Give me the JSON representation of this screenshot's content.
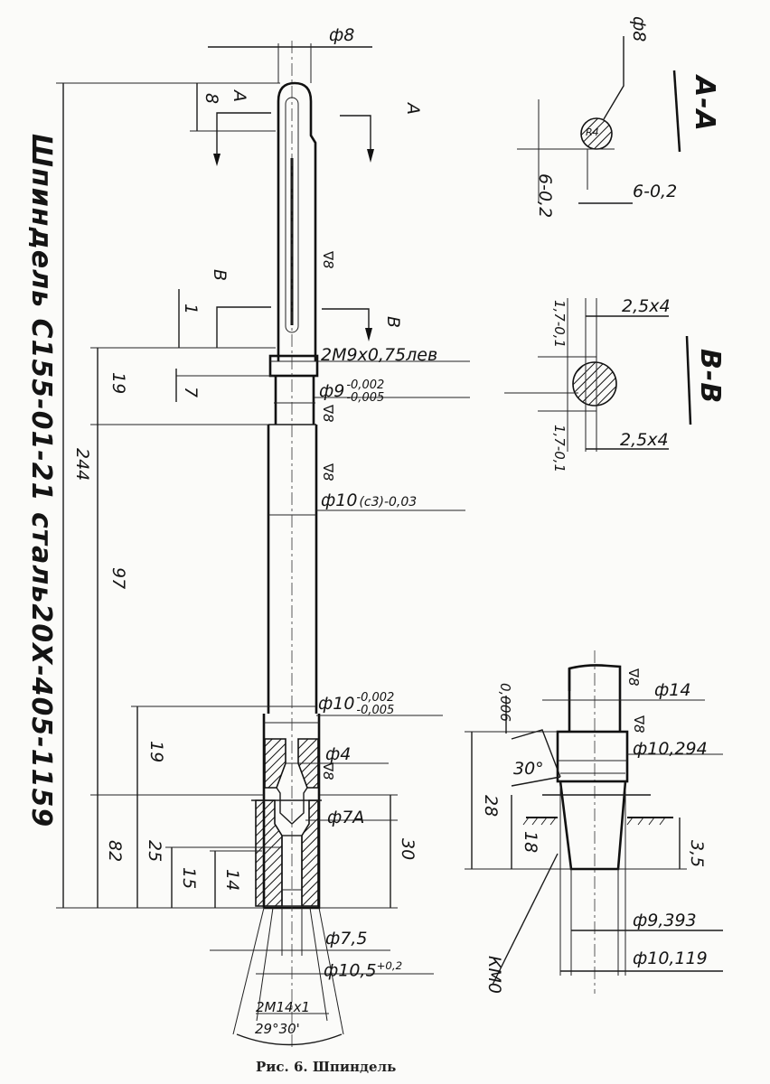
{
  "drawing": {
    "title_vertical": "Шпиндель С155-01-21 сталь20Х-405-1159",
    "caption": "Рис. 6. Шпиндель",
    "roughness_symbol": "∇8",
    "main_view": {
      "dia_top": "ф8",
      "dim_top_8": "8",
      "section_mark_a": "A",
      "section_mark_b": "B",
      "dim_1": "1",
      "dim_7": "7",
      "thread_top": "2M9x0,75лев",
      "dia_9": "ф9-0,002-0,005",
      "dia_9_base": "ф9",
      "dia_9_tol_upper": "-0,002",
      "dia_9_tol_lower": "-0,005",
      "dia_10_c3": "ф10(c3)-0,03",
      "dia_10_c3_base": "ф10",
      "dia_10_c3_tol": "(c3)-0,03",
      "dia_10": "ф10-0,002-0,005",
      "dia_10_base": "ф10",
      "dia_10_tol_upper": "-0,002",
      "dia_10_tol_lower": "-0,005",
      "dia_4": "ф4",
      "dia_7a": "ф7A",
      "dia_7_5": "ф7,5",
      "dia_10_5": "ф10,5+0,2",
      "dia_10_5_base": "ф10,5",
      "dia_10_5_tol": "+0,2",
      "thread_bottom": "2M14x1",
      "angle_bottom": "29°30'",
      "len_244": "244",
      "len_19_top": "19",
      "len_97": "97",
      "len_19_mid": "19",
      "len_82": "82",
      "len_25": "25",
      "len_15": "15",
      "len_14": "14",
      "len_30": "30"
    },
    "section_aa": {
      "title": "A-A",
      "dia": "ф8",
      "dim_h": "6-0,2",
      "dim_v": "6-0,2",
      "center_label": "R4"
    },
    "section_bb": {
      "title": "B-B",
      "dim_top": "2,5x4",
      "dim_bottom": "2,5x4",
      "dim_top_v": "1,7-0,1",
      "dim_bottom_v": "1,7-0,1"
    },
    "detail": {
      "dia_14": "ф14",
      "dia_10_294": "ф10,294",
      "dia_9_393": "ф9,393",
      "dia_10_119": "ф10,119",
      "runout": "0,006",
      "angle": "30°",
      "len_28": "28",
      "len_18": "18",
      "len_3_5": "3,5",
      "gauge_label": "КМ0"
    }
  }
}
